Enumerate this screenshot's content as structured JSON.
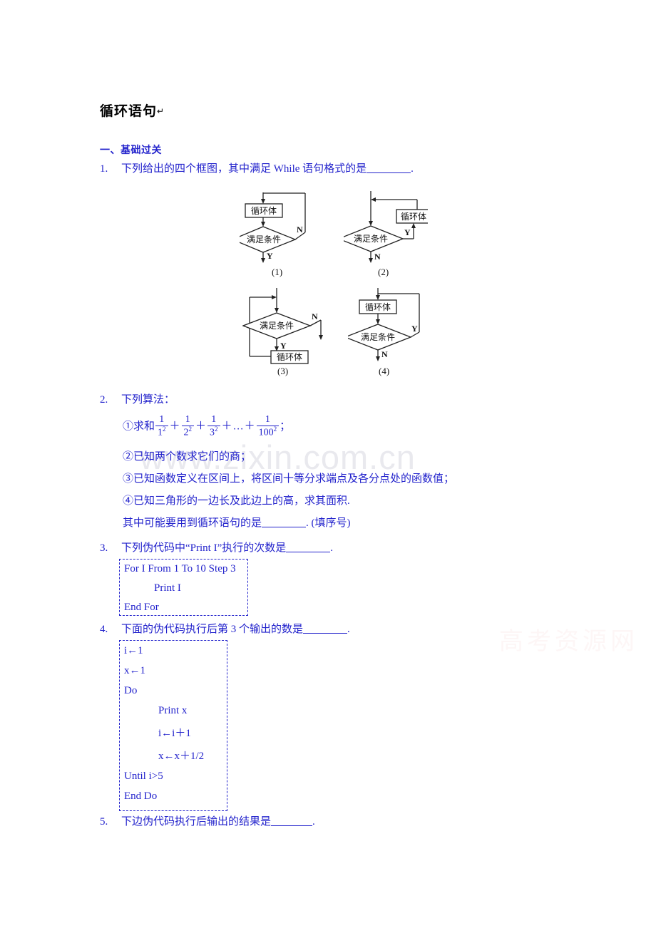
{
  "document": {
    "title": "循环语句",
    "title_mark": "↵",
    "section_heading": "一、基础过关"
  },
  "watermarks": {
    "url": "www.zixin.com.cn",
    "site": "高考资源网"
  },
  "questions": [
    {
      "number": "1.",
      "text_before": "下列给出的四个框图，其中满足 While 语句格式的是",
      "text_after": "."
    },
    {
      "number": "2.",
      "text_before": "下列算法：",
      "text_after": ""
    },
    {
      "number": "3.",
      "text_before": "下列伪代码中“Print I”执行的次数是",
      "text_after": "."
    },
    {
      "number": "4.",
      "text_before": "下面的伪代码执行后第 3 个输出的数是",
      "text_after": "."
    },
    {
      "number": "5.",
      "text_before": "下边伪代码执行后输出的结果是",
      "text_after": "."
    }
  ],
  "q2_items": {
    "item1_prefix": "①求和",
    "item1_terms": [
      {
        "num": "1",
        "den": "1",
        "exp": "2"
      },
      {
        "num": "1",
        "den": "2",
        "exp": "2"
      },
      {
        "num": "1",
        "den": "3",
        "exp": "2"
      },
      {
        "num": "1",
        "den": "100",
        "exp": "2"
      }
    ],
    "item1_plus": "＋",
    "item1_dots": "…",
    "item1_end": "；",
    "item2": "②已知两个数求它们的商；",
    "item3": "③已知函数定义在区间上，将区间十等分求端点及各分点处的函数值；",
    "item4": "④已知三角形的一边长及此边上的高，求其面积.",
    "item5_before": "其中可能要用到循环语句的是",
    "item5_after": ".  (填序号)"
  },
  "code_q3": {
    "lines": [
      {
        "text": "For I From 1 To 10 Step 3",
        "indent": 0
      },
      {
        "text": "Print I",
        "indent": 1
      },
      {
        "text": "End For",
        "indent": 0
      }
    ]
  },
  "code_q4": {
    "lines": [
      {
        "text": "i←1",
        "indent": 0
      },
      {
        "text": "x←1",
        "indent": 0
      },
      {
        "text": "Do",
        "indent": 0
      },
      {
        "text": "Print   x",
        "indent": 1
      },
      {
        "text": "i←i＋1",
        "indent": 1
      },
      {
        "text": "x←x＋1/2",
        "indent": 1
      },
      {
        "text": "Until   i>5",
        "indent": 0
      },
      {
        "text": "End Do",
        "indent": 0
      }
    ]
  },
  "flowcharts": [
    {
      "caption": "(1)",
      "box_label": "循环体",
      "diamond_label": "满足条件",
      "branch_loop": "N",
      "branch_exit": "Y",
      "order": "body-then-test"
    },
    {
      "caption": "(2)",
      "box_label": "循环体",
      "diamond_label": "满足条件",
      "branch_loop": "Y",
      "branch_exit": "N",
      "order": "test-then-body-right"
    },
    {
      "caption": "(3)",
      "box_label": "循环体",
      "diamond_label": "满足条件",
      "branch_loop": "Y",
      "branch_exit": "N",
      "order": "test-then-body-below"
    },
    {
      "caption": "(4)",
      "box_label": "循环体",
      "diamond_label": "满足条件",
      "branch_loop": "Y",
      "branch_exit": "N",
      "order": "body-then-test"
    }
  ],
  "colors": {
    "text_blue": "#2222cc",
    "title_black": "#000000",
    "flow_stroke": "#222222",
    "watermark_gray": "#e9e9ee"
  }
}
